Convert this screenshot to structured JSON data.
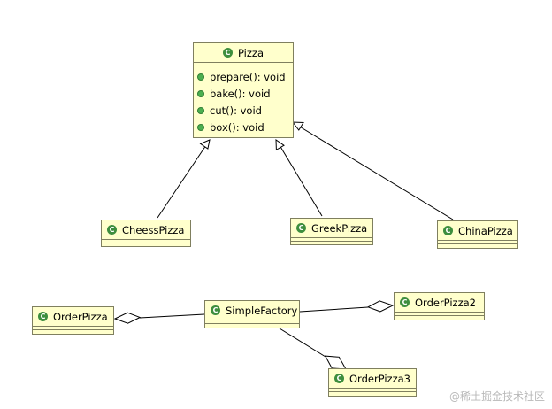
{
  "diagram": {
    "pizza": {
      "name": "Pizza",
      "icon": "class-c-icon",
      "methods": [
        "prepare(): void",
        "bake(): void",
        "cut(): void",
        "box(): void"
      ]
    },
    "cheess_pizza": {
      "name": "CheessPizza",
      "icon": "class-c-icon"
    },
    "greek_pizza": {
      "name": "GreekPizza",
      "icon": "class-c-icon"
    },
    "china_pizza": {
      "name": "ChinaPizza",
      "icon": "class-c-icon"
    },
    "order_pizza": {
      "name": "OrderPizza",
      "icon": "class-c-icon"
    },
    "simple_factory": {
      "name": "SimpleFactory",
      "icon": "class-c-icon"
    },
    "order_pizza2": {
      "name": "OrderPizza2",
      "icon": "class-c-icon"
    },
    "order_pizza3": {
      "name": "OrderPizza3",
      "icon": "class-c-icon"
    },
    "relations": [
      {
        "type": "generalization",
        "from": "CheessPizza",
        "to": "Pizza"
      },
      {
        "type": "generalization",
        "from": "GreekPizza",
        "to": "Pizza"
      },
      {
        "type": "generalization",
        "from": "ChinaPizza",
        "to": "Pizza"
      },
      {
        "type": "aggregation",
        "whole": "OrderPizza",
        "part": "SimpleFactory"
      },
      {
        "type": "aggregation",
        "whole": "OrderPizza2",
        "part": "SimpleFactory"
      },
      {
        "type": "aggregation",
        "whole": "OrderPizza3",
        "part": "SimpleFactory"
      }
    ]
  },
  "colors": {
    "class_fill": "#ffffcc",
    "class_border": "#7f7f5f",
    "icon_green": "#3e8e3e",
    "line": "#000000"
  },
  "watermark": "@稀土掘金技术社区"
}
